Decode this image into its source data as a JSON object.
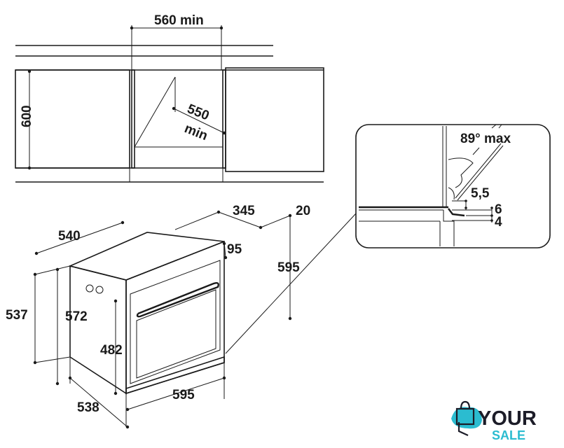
{
  "cabinet_view": {
    "width_label": "560 min",
    "height_label": "600",
    "depth_label_1": "550",
    "depth_label_2": "min"
  },
  "oven_view": {
    "depth_540": "540",
    "depth_345": "345",
    "offset_20": "20",
    "offset_95": "95",
    "height_595": "595",
    "height_537": "537",
    "height_572": "572",
    "height_482": "482",
    "width_595": "595",
    "depth_538": "538"
  },
  "detail_view": {
    "angle_label": "89° max",
    "gap_55": "5,5",
    "gap_6": "6",
    "gap_4": "4"
  },
  "logo": {
    "line1": "YOUR",
    "line2": "SALE",
    "colors": {
      "dark": "#1c1c28",
      "accent": "#2bbcd0"
    }
  }
}
